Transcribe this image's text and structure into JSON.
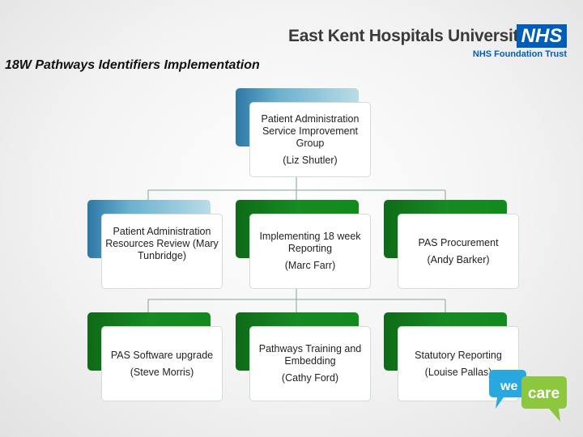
{
  "header": {
    "org_name": "East Kent Hospitals University",
    "nhs_badge": "NHS",
    "trust_name": "NHS Foundation Trust"
  },
  "title": "18W Pathways Identifiers Implementation",
  "org_chart": {
    "root": {
      "name": "Patient Administration Service Improvement Group",
      "person": "(Liz Shutler)",
      "color": "blue"
    },
    "level1": [
      {
        "name": "Patient Administration Resources Review (Mary Tunbridge)",
        "person": "",
        "color": "blue"
      },
      {
        "name": "Implementing 18 week Reporting",
        "person": "(Marc Farr)",
        "color": "green"
      },
      {
        "name": "PAS Procurement",
        "person": "(Andy Barker)",
        "color": "green"
      }
    ],
    "level2": [
      {
        "name": "PAS Software upgrade",
        "person": "(Steve Morris)",
        "color": "green"
      },
      {
        "name": "Pathways Training and Embedding",
        "person": "(Cathy Ford)",
        "color": "green"
      },
      {
        "name": "Statutory Reporting",
        "person": "(Louise Pallas)",
        "color": "green"
      }
    ]
  },
  "badge": {
    "text": "care",
    "partial_text": "we"
  },
  "colors": {
    "nhs_blue": "#005eb8",
    "node_blue": "#6cb1cf",
    "node_green": "#178a22",
    "connector": "#9fb3b3"
  }
}
